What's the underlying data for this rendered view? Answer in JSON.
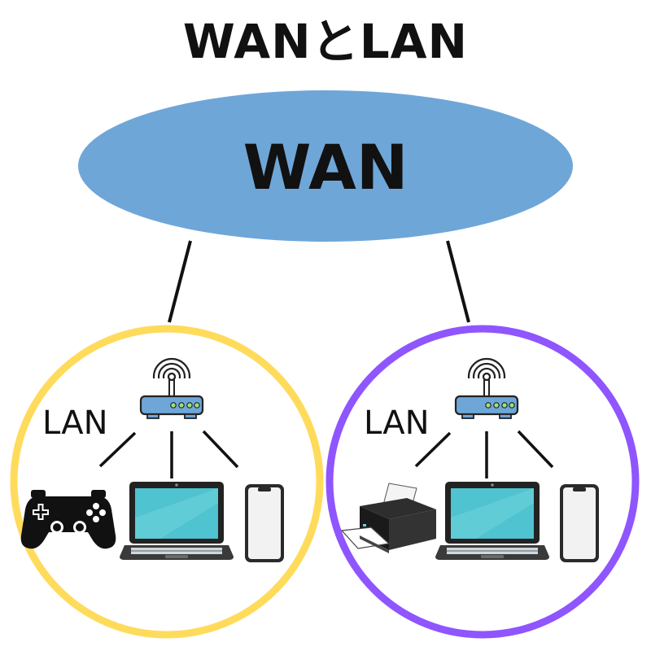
{
  "title": "WANとLAN",
  "wan": {
    "label": "WAN",
    "color": "#6fa6d8"
  },
  "lans": [
    {
      "label": "LAN",
      "ring_color": "#ffdb5c",
      "devices": [
        "gamepad-icon",
        "laptop-icon",
        "smartphone-icon"
      ]
    },
    {
      "label": "LAN",
      "ring_color": "#8f55ff",
      "devices": [
        "printer-icon",
        "laptop-icon",
        "smartphone-icon"
      ]
    }
  ],
  "colors": {
    "router_blue": "#6fa6d8",
    "screen_teal": "#4fc3cf",
    "device_dark": "#222222",
    "line": "#111111"
  }
}
